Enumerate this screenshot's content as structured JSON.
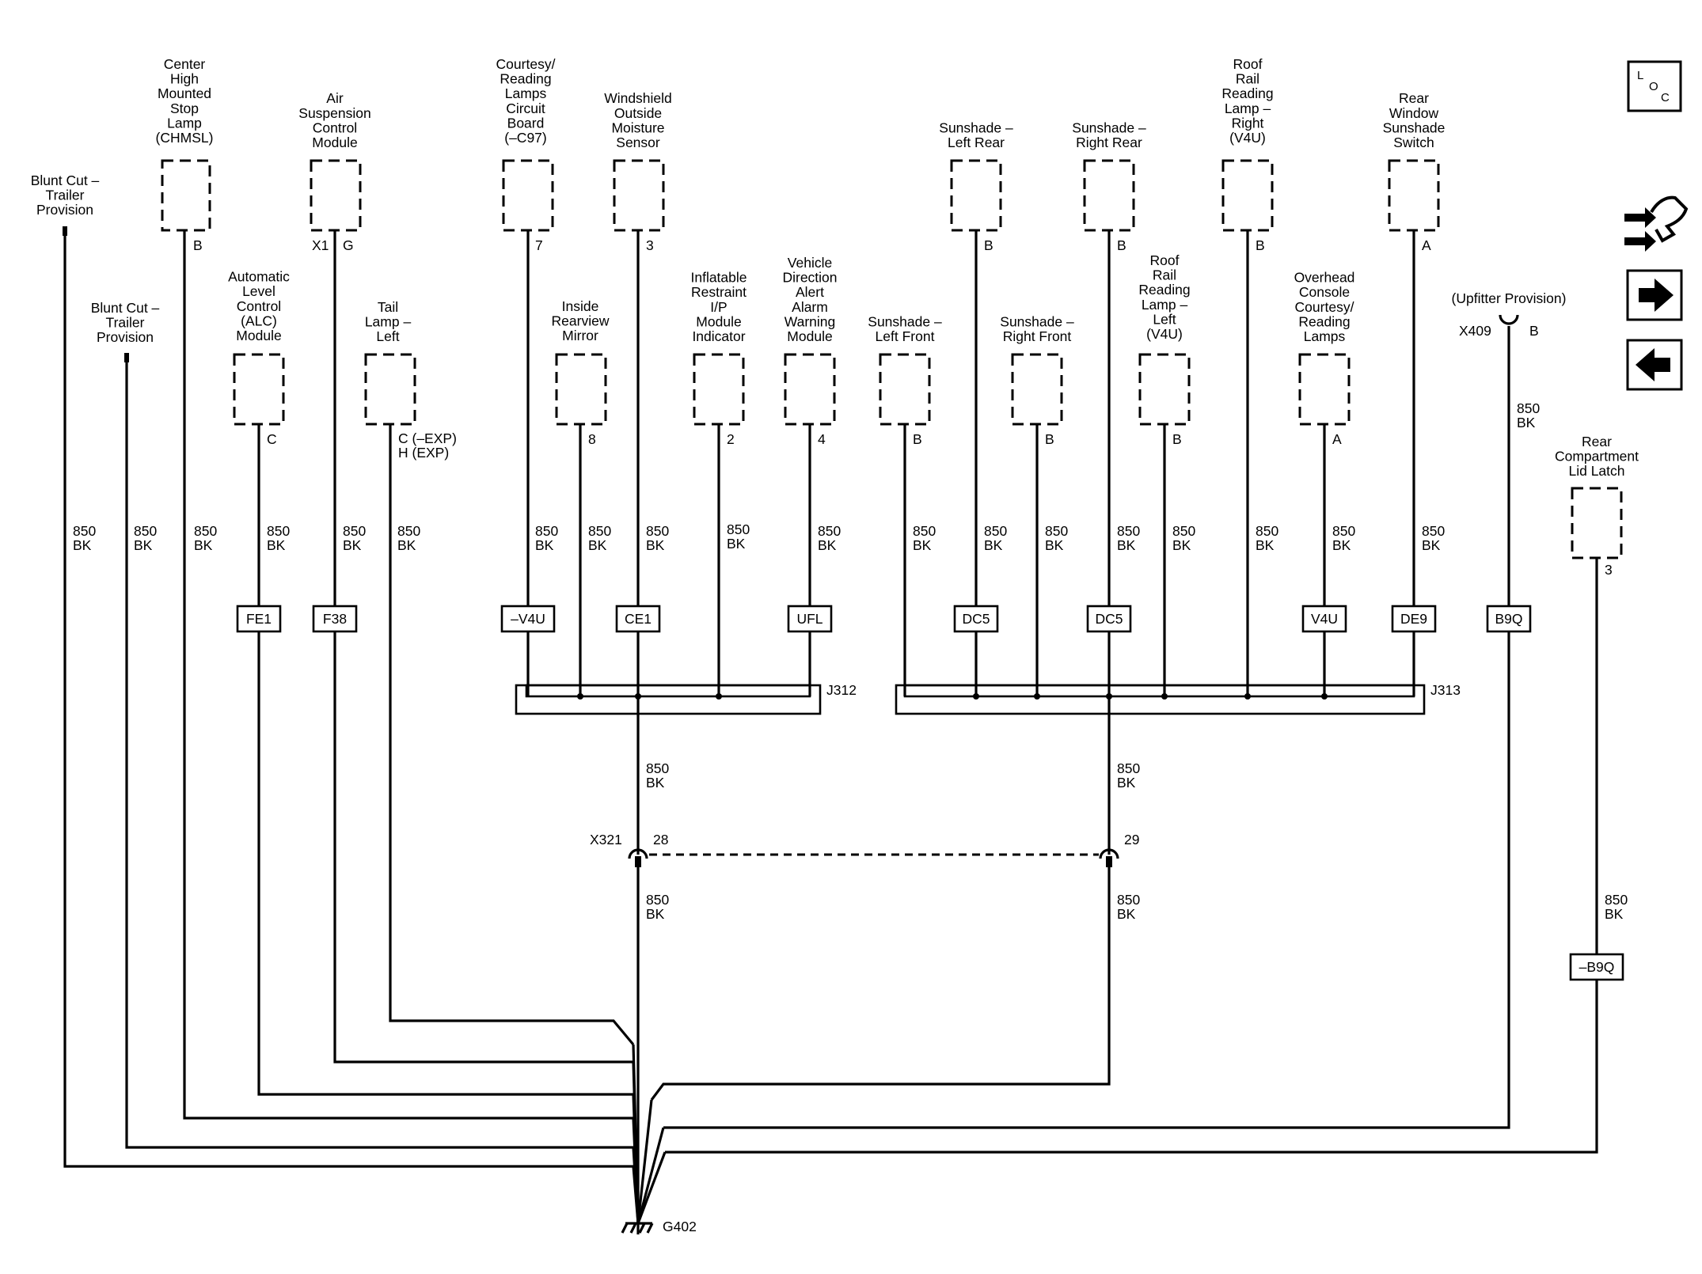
{
  "components": [
    {
      "id": "blunt-cut-1",
      "lines": [
        "Blunt Cut –",
        "Trailer",
        "Provision"
      ]
    },
    {
      "id": "chmsl",
      "lines": [
        "Center",
        "High",
        "Mounted",
        "Stop",
        "Lamp",
        "(CHMSL)"
      ]
    },
    {
      "id": "blunt-cut-2",
      "lines": [
        "Blunt Cut –",
        "Trailer",
        "Provision"
      ]
    },
    {
      "id": "air-suspension",
      "lines": [
        "Air",
        "Suspension",
        "Control",
        "Module"
      ]
    },
    {
      "id": "alc-module",
      "lines": [
        "Automatic",
        "Level",
        "Control",
        "(ALC)",
        "Module"
      ]
    },
    {
      "id": "tail-lamp-left",
      "lines": [
        "Tail",
        "Lamp –",
        "Left"
      ]
    },
    {
      "id": "courtesy-board",
      "lines": [
        "Courtesy/",
        "Reading",
        "Lamps",
        "Circuit",
        "Board",
        "(–C97)"
      ]
    },
    {
      "id": "windshield-sensor",
      "lines": [
        "Windshield",
        "Outside",
        "Moisture",
        "Sensor"
      ]
    },
    {
      "id": "inside-mirror",
      "lines": [
        "Inside",
        "Rearview",
        "Mirror"
      ]
    },
    {
      "id": "inflatable-restraint",
      "lines": [
        "Inflatable",
        "Restraint",
        "I/P",
        "Module",
        "Indicator"
      ]
    },
    {
      "id": "vehicle-direction-alert",
      "lines": [
        "Vehicle",
        "Direction",
        "Alert",
        "Alarm",
        "Warning",
        "Module"
      ]
    },
    {
      "id": "sunshade-left-front",
      "lines": [
        "Sunshade –",
        "Left Front"
      ]
    },
    {
      "id": "sunshade-left-rear",
      "lines": [
        "Sunshade –",
        "Left Rear"
      ]
    },
    {
      "id": "sunshade-right-front",
      "lines": [
        "Sunshade –",
        "Right Front"
      ]
    },
    {
      "id": "sunshade-right-rear",
      "lines": [
        "Sunshade –",
        "Right Rear"
      ]
    },
    {
      "id": "roof-rail-left",
      "lines": [
        "Roof",
        "Rail",
        "Reading",
        "Lamp –",
        "Left",
        "(V4U)"
      ]
    },
    {
      "id": "roof-rail-right",
      "lines": [
        "Roof",
        "Rail",
        "Reading",
        "Lamp –",
        "Right",
        "(V4U)"
      ]
    },
    {
      "id": "overhead-console",
      "lines": [
        "Overhead",
        "Console",
        "Courtesy/",
        "Reading",
        "Lamps"
      ]
    },
    {
      "id": "rear-window-sunshade",
      "lines": [
        "Rear",
        "Window",
        "Sunshade",
        "Switch"
      ]
    },
    {
      "id": "upfitter",
      "lines": [
        "(Upfitter Provision)"
      ]
    },
    {
      "id": "rear-compartment",
      "lines": [
        "Rear",
        "Compartment",
        "Lid Latch"
      ]
    }
  ],
  "pins": {
    "chmsl": "B",
    "air_x1": "X1",
    "air_g": "G",
    "alc": "C",
    "tail_c": "C (–EXP)",
    "tail_h": "H (EXP)",
    "courtesy": "7",
    "windshield": "3",
    "mirror": "8",
    "inflatable": "2",
    "vda": "4",
    "ss_lf": "B",
    "ss_lr": "B",
    "ss_rf": "B",
    "ss_rr": "B",
    "rr_left": "B",
    "rr_right": "B",
    "overhead": "A",
    "rear_window": "A",
    "rear_comp": "3",
    "x409_pin": "B"
  },
  "wire": {
    "circuit": "850",
    "color": "BK"
  },
  "option_tags": [
    "FE1",
    "F38",
    "–V4U",
    "CE1",
    "UFL",
    "DC5",
    "DC5",
    "V4U",
    "DE9",
    "B9Q",
    "–B9Q"
  ],
  "splices": {
    "left": "J312",
    "right": "J313"
  },
  "connectors": {
    "x321": "X321",
    "x321_pin_a": "28",
    "x321_pin_b": "29",
    "x409": "X409"
  },
  "ground": "G402",
  "nav": {
    "loc_icon": "loc-icon",
    "tools_icon": "tools-icon",
    "next_icon": "arrow-right-icon",
    "prev_icon": "arrow-left-icon"
  },
  "colors": {
    "ink": "#000000",
    "paper": "#ffffff"
  }
}
